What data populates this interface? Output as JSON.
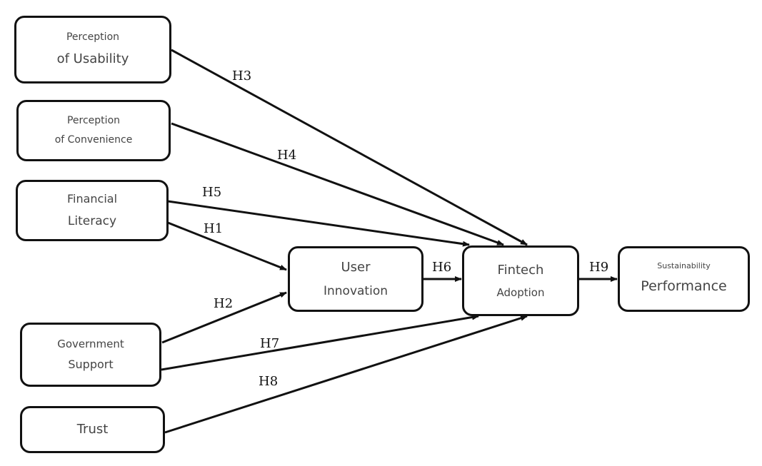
{
  "nodes": {
    "usability": {
      "line1": "Perception",
      "line2": "of Usability"
    },
    "convenience": {
      "line1": "Perception",
      "line2": "of Convenience"
    },
    "literacy": {
      "line1": "Financial",
      "line2": "Literacy"
    },
    "government": {
      "line1": "Government",
      "line2": "Support"
    },
    "trust": {
      "line1": "Trust"
    },
    "innovation": {
      "line1": "User",
      "line2": "Innovation"
    },
    "adoption": {
      "line1": "Fintech",
      "line2": "Adoption"
    },
    "performance": {
      "line1": "Sustainability",
      "line2": "Performance"
    }
  },
  "hypotheses": {
    "h1": "H1",
    "h2": "H2",
    "h3": "H3",
    "h4": "H4",
    "h5": "H5",
    "h6": "H6",
    "h7": "H7",
    "h8": "H8",
    "h9": "H9"
  },
  "edges": [
    {
      "from": "Financial Literacy",
      "to": "User Innovation",
      "label": "H1"
    },
    {
      "from": "Government Support",
      "to": "User Innovation",
      "label": "H2"
    },
    {
      "from": "Perception of Usability",
      "to": "Fintech Adoption",
      "label": "H3"
    },
    {
      "from": "Perception of Convenience",
      "to": "Fintech Adoption",
      "label": "H4"
    },
    {
      "from": "Financial Literacy",
      "to": "Fintech Adoption",
      "label": "H5"
    },
    {
      "from": "User Innovation",
      "to": "Fintech Adoption",
      "label": "H6"
    },
    {
      "from": "Government Support",
      "to": "Fintech Adoption",
      "label": "H7"
    },
    {
      "from": "Trust",
      "to": "Fintech Adoption",
      "label": "H8"
    },
    {
      "from": "Fintech Adoption",
      "to": "Sustainability Performance",
      "label": "H9"
    }
  ]
}
